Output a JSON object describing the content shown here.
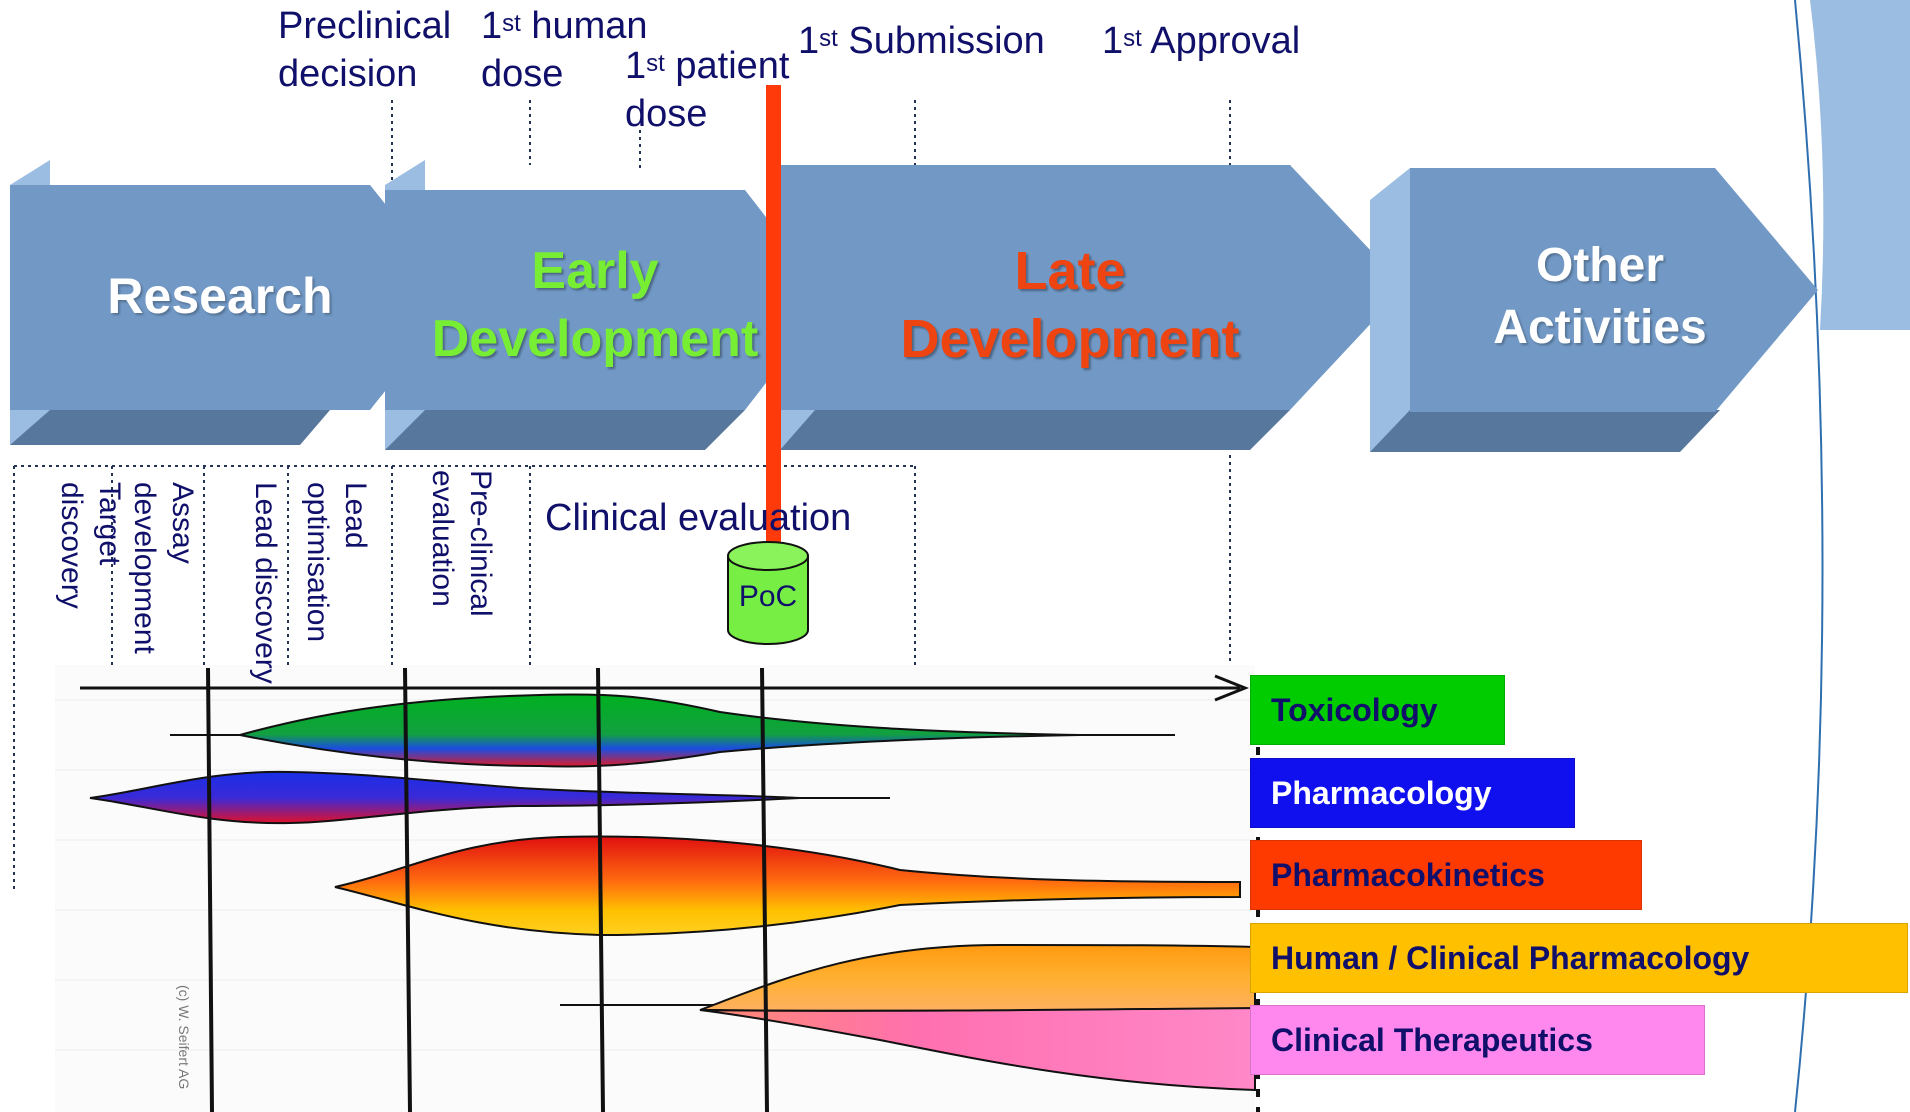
{
  "milestones": {
    "preclinical_decision": {
      "line1": "Preclinical",
      "line2": "decision"
    },
    "first_human_dose": {
      "pre": "1",
      "sup": "st",
      "post": " human",
      "line2": "dose"
    },
    "first_patient_dose": {
      "pre": "1",
      "sup": "st",
      "post": " patient",
      "line2": "dose"
    },
    "first_submission": {
      "pre": "1",
      "sup": "st",
      "post": " Submission"
    },
    "first_approval": {
      "pre": "1",
      "sup": "st",
      "post": " Approval"
    }
  },
  "phases": [
    {
      "line1": "Research",
      "line2": "",
      "color": "#ffffff"
    },
    {
      "line1": "Early",
      "line2": "Development",
      "color": "#77ee33"
    },
    {
      "line1": "Late",
      "line2": "Development",
      "color": "#ee4411"
    },
    {
      "line1": "Other",
      "line2": "Activities",
      "color": "#ffffff"
    }
  ],
  "activities": {
    "target": "Target discovery",
    "assay": "Assay development",
    "lead_discovery": "Lead discovery",
    "lead_optimisation": "Lead optimisation",
    "preclinical": "Pre-clinical evaluation",
    "clinical": "Clinical evaluation"
  },
  "poc_label": "PoC",
  "disciplines": [
    {
      "label": "Toxicology",
      "color": "#00cc00",
      "text_color": "#10106a"
    },
    {
      "label": "Pharmacology",
      "color": "#1010ee",
      "text_color": "#ffffff"
    },
    {
      "label": "Pharmacokinetics",
      "color": "#ff3a00",
      "text_color": "#10106a"
    },
    {
      "label": "Human / Clinical Pharmacology",
      "color": "#ffc000",
      "text_color": "#10106a"
    },
    {
      "label": "Clinical Therapeutics",
      "color": "#ff88ee",
      "text_color": "#10106a"
    }
  ],
  "copyright": "(c) W. Seifert AG",
  "colors": {
    "arrow_face": "#7299c6",
    "arrow_light": "#9bbde2",
    "arrow_dark": "#58779d",
    "text_navy": "#10106a",
    "poc_marker": "#ff3a0a",
    "poc_fill": "#77ee44"
  }
}
